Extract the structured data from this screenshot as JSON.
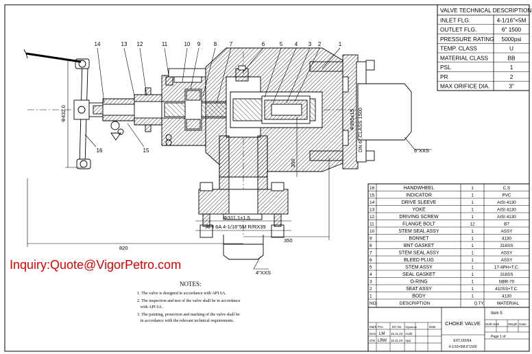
{
  "spec_table": {
    "title": "VALVE TECHNICAL DESCRIPTION",
    "rows": [
      {
        "label": "INLET FLG.",
        "value": "4-1/16\"×5M"
      },
      {
        "label": "OUTLET FLG.",
        "value": "6\" 1500"
      },
      {
        "label": "PRESSURE RATING",
        "value": "5000psi"
      },
      {
        "label": "TEMP. CLASS",
        "value": "U"
      },
      {
        "label": "MATERIAL CLASS",
        "value": "BB"
      },
      {
        "label": "PSL",
        "value": "1"
      },
      {
        "label": "PR",
        "value": "2"
      },
      {
        "label": "MAX ORIFICE DIA.",
        "value": "3\""
      }
    ]
  },
  "bom": {
    "header": {
      "no": "NO.",
      "description": "DESCRIPTION",
      "qty": "Q.TY.",
      "material": "MATERIAL"
    },
    "rows": [
      {
        "no": "16",
        "description": "HANDWHEEL",
        "qty": "1",
        "material": "C.S"
      },
      {
        "no": "15",
        "description": "INDICATOR",
        "qty": "1",
        "material": "PVC"
      },
      {
        "no": "14",
        "description": "DRIVE SLEEVE",
        "qty": "1",
        "material": "AISI 4130"
      },
      {
        "no": "13",
        "description": "YOKE",
        "qty": "1",
        "material": "AISI 4130"
      },
      {
        "no": "12",
        "description": "DRIVING SCREW",
        "qty": "1",
        "material": "AISI 4130"
      },
      {
        "no": "11",
        "description": "FLANGE BOLT",
        "qty": "12",
        "material": "B7"
      },
      {
        "no": "10",
        "description": "STEM SEAL ASSY",
        "qty": "1",
        "material": "ASSY"
      },
      {
        "no": "9",
        "description": "BONNET",
        "qty": "1",
        "material": "4130"
      },
      {
        "no": "8",
        "description": "BNT GASKET",
        "qty": "1",
        "material": "316SS"
      },
      {
        "no": "7",
        "description": "STEM SEAL ASSY",
        "qty": "1",
        "material": "ASSY"
      },
      {
        "no": "6",
        "description": "BLEED PLUG",
        "qty": "1",
        "material": "ASSY"
      },
      {
        "no": "5",
        "description": "STEM ASSY",
        "qty": "1",
        "material": "17-4PH+T.C."
      },
      {
        "no": "4",
        "description": "SEAL GASKET",
        "qty": "1",
        "material": "316SS"
      },
      {
        "no": "3",
        "description": "O-RING",
        "qty": "1",
        "material": "NBR-70"
      },
      {
        "no": "2",
        "description": "SEAT ASSY",
        "qty": "1",
        "material": "410SS+T.C."
      },
      {
        "no": "1",
        "description": "BODY",
        "qty": "1",
        "material": "4130"
      }
    ],
    "item_note": "Item 5"
  },
  "title_block": {
    "left_labels": [
      [
        "Mark",
        "Pcs",
        "EC No.",
        "Signature",
        "Date"
      ],
      [
        "Desi",
        "LM",
        "16.11.23",
        "Audit",
        ""
      ],
      [
        "Chk",
        "LRW",
        "16.11.23",
        "App",
        ""
      ]
    ],
    "name": "CHOKE VALVE",
    "code": "EXT,192/64,",
    "code2": "4-1/16×5M,6\"1500",
    "right_labels": [
      "Draft mark",
      "Weight",
      "Scale"
    ],
    "page": "Page 1 of"
  },
  "notes": {
    "heading": "NOTES:",
    "items": [
      "1. The valve is designed in accordance with API 6A.",
      "2. The inspection and test of the valve shall be in accordance",
      "   with API 6A .",
      "3. The painting, protection and marking of the valve shall be",
      "   in accordance with the relevant technical requirements."
    ]
  },
  "watermark": "Inquiry:Quote@VigorPetro.com",
  "dimensions": {
    "d432": "Φ432.0",
    "d395": "Φ395±15",
    "dn6": "DN 6\",CLASS 1500",
    "d350v": "350",
    "d311": "Φ311.1±1.5",
    "api": "API 6A 4-1/16\"5M R/RX39",
    "d820": "820",
    "d350h": "350",
    "xxs6": "6\"XXS",
    "xxs4": "4\"XXS"
  },
  "balloons": [
    "14",
    "13",
    "12",
    "11",
    "10",
    "9",
    "8",
    "7",
    "6",
    "5",
    "4",
    "3",
    "2",
    "1",
    "16",
    "15"
  ],
  "colors": {
    "line": "#000000",
    "hatch": "#000000",
    "watermark": "#e00000"
  }
}
